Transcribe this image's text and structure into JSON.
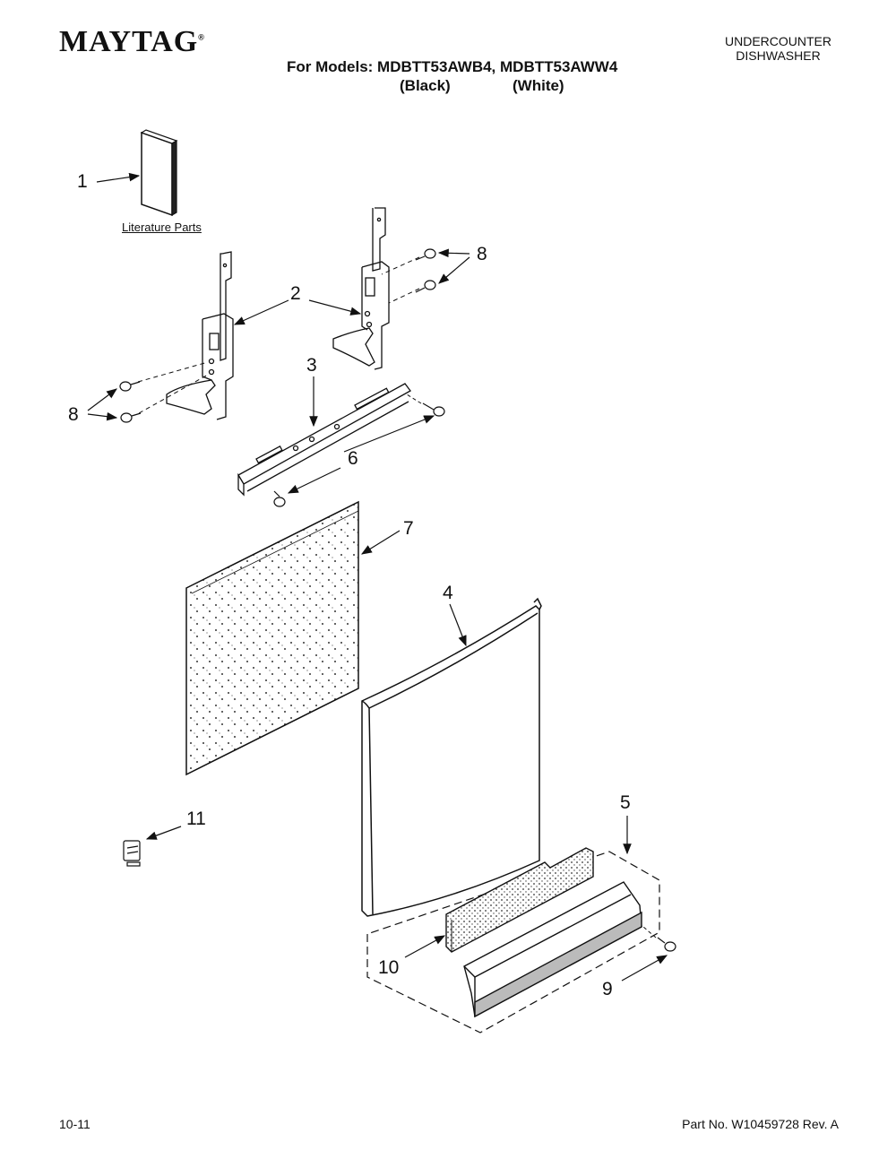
{
  "header": {
    "brand": "MAYTAG",
    "models_line": "For Models: MDBTT53AWB4, MDBTT53AWW4",
    "variant_black": "(Black)",
    "variant_white": "(White)",
    "product_line1": "UNDERCOUNTER",
    "product_line2": "DISHWASHER"
  },
  "labels": {
    "literature_parts": "Literature Parts"
  },
  "callouts": [
    "1",
    "2",
    "3",
    "4",
    "5",
    "6",
    "7",
    "8",
    "8",
    "9",
    "10",
    "11"
  ],
  "footer": {
    "date": "10-11",
    "part_no": "Part No. W10459728 Rev. A"
  }
}
